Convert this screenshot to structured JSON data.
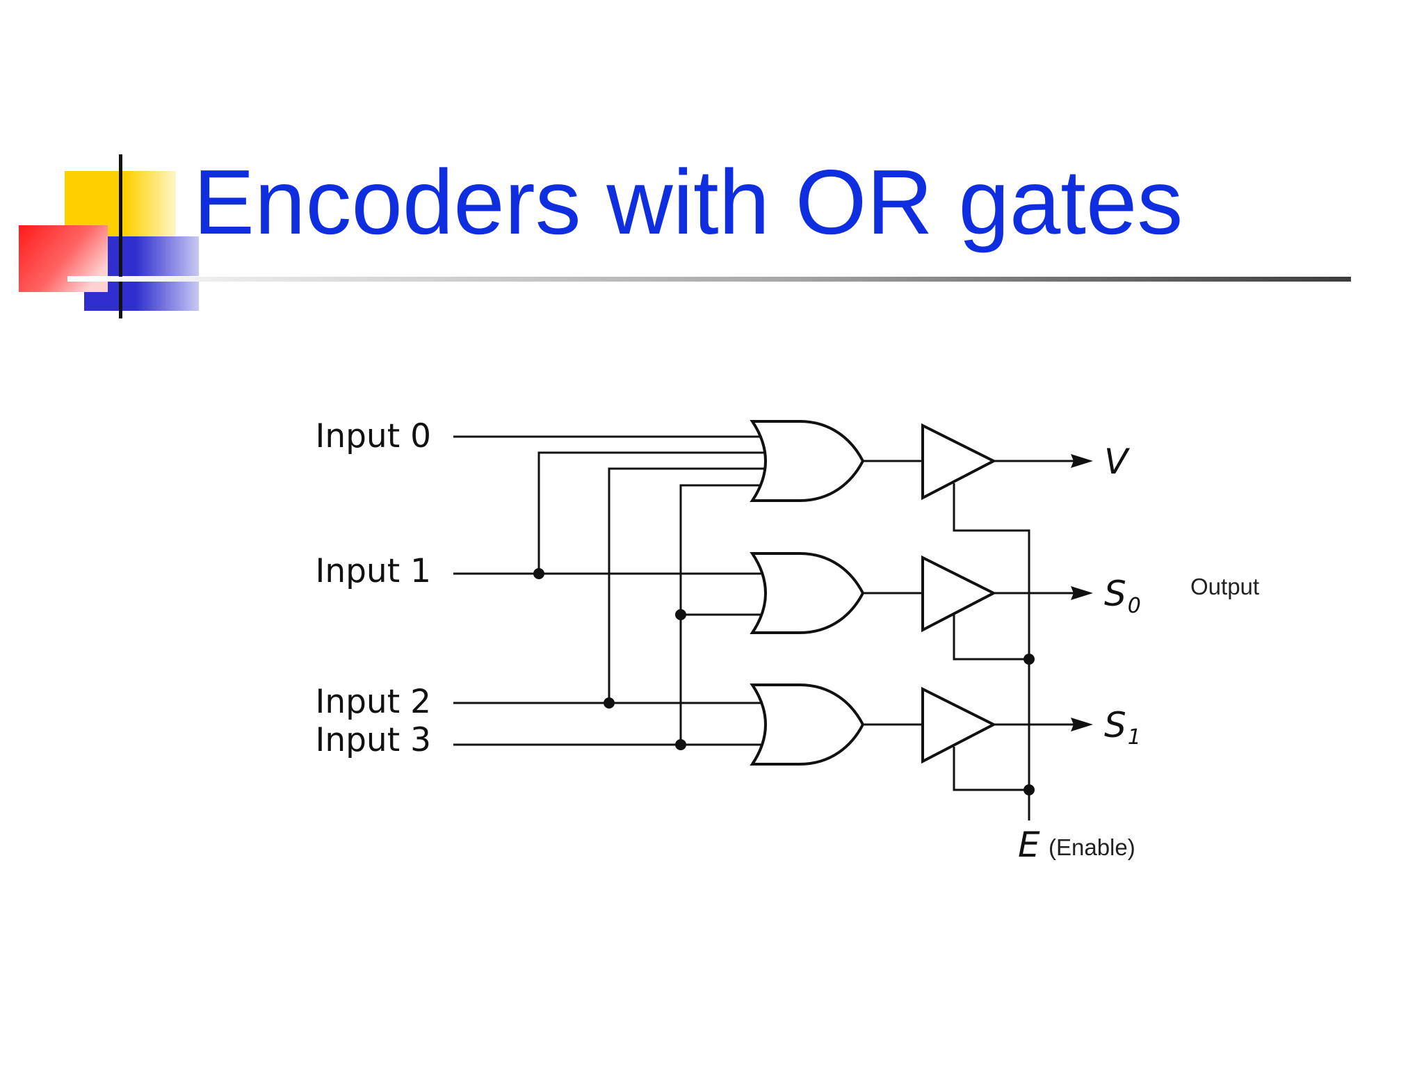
{
  "slide": {
    "title": "Encoders with OR gates",
    "title_color": "#0f2ee0"
  },
  "logo": {
    "colors": [
      "#ffd000",
      "#ff1a1a",
      "#2f2fd0"
    ]
  },
  "diagram": {
    "inputs": [
      "Input 0",
      "Input 1",
      "Input 2",
      "Input 3"
    ],
    "outputs": [
      {
        "label": "V",
        "sub": ""
      },
      {
        "label": "S",
        "sub": "0"
      },
      {
        "label": "S",
        "sub": "1"
      }
    ],
    "output_caption": "Output",
    "enable": {
      "label": "E",
      "caption": "(Enable)"
    }
  }
}
